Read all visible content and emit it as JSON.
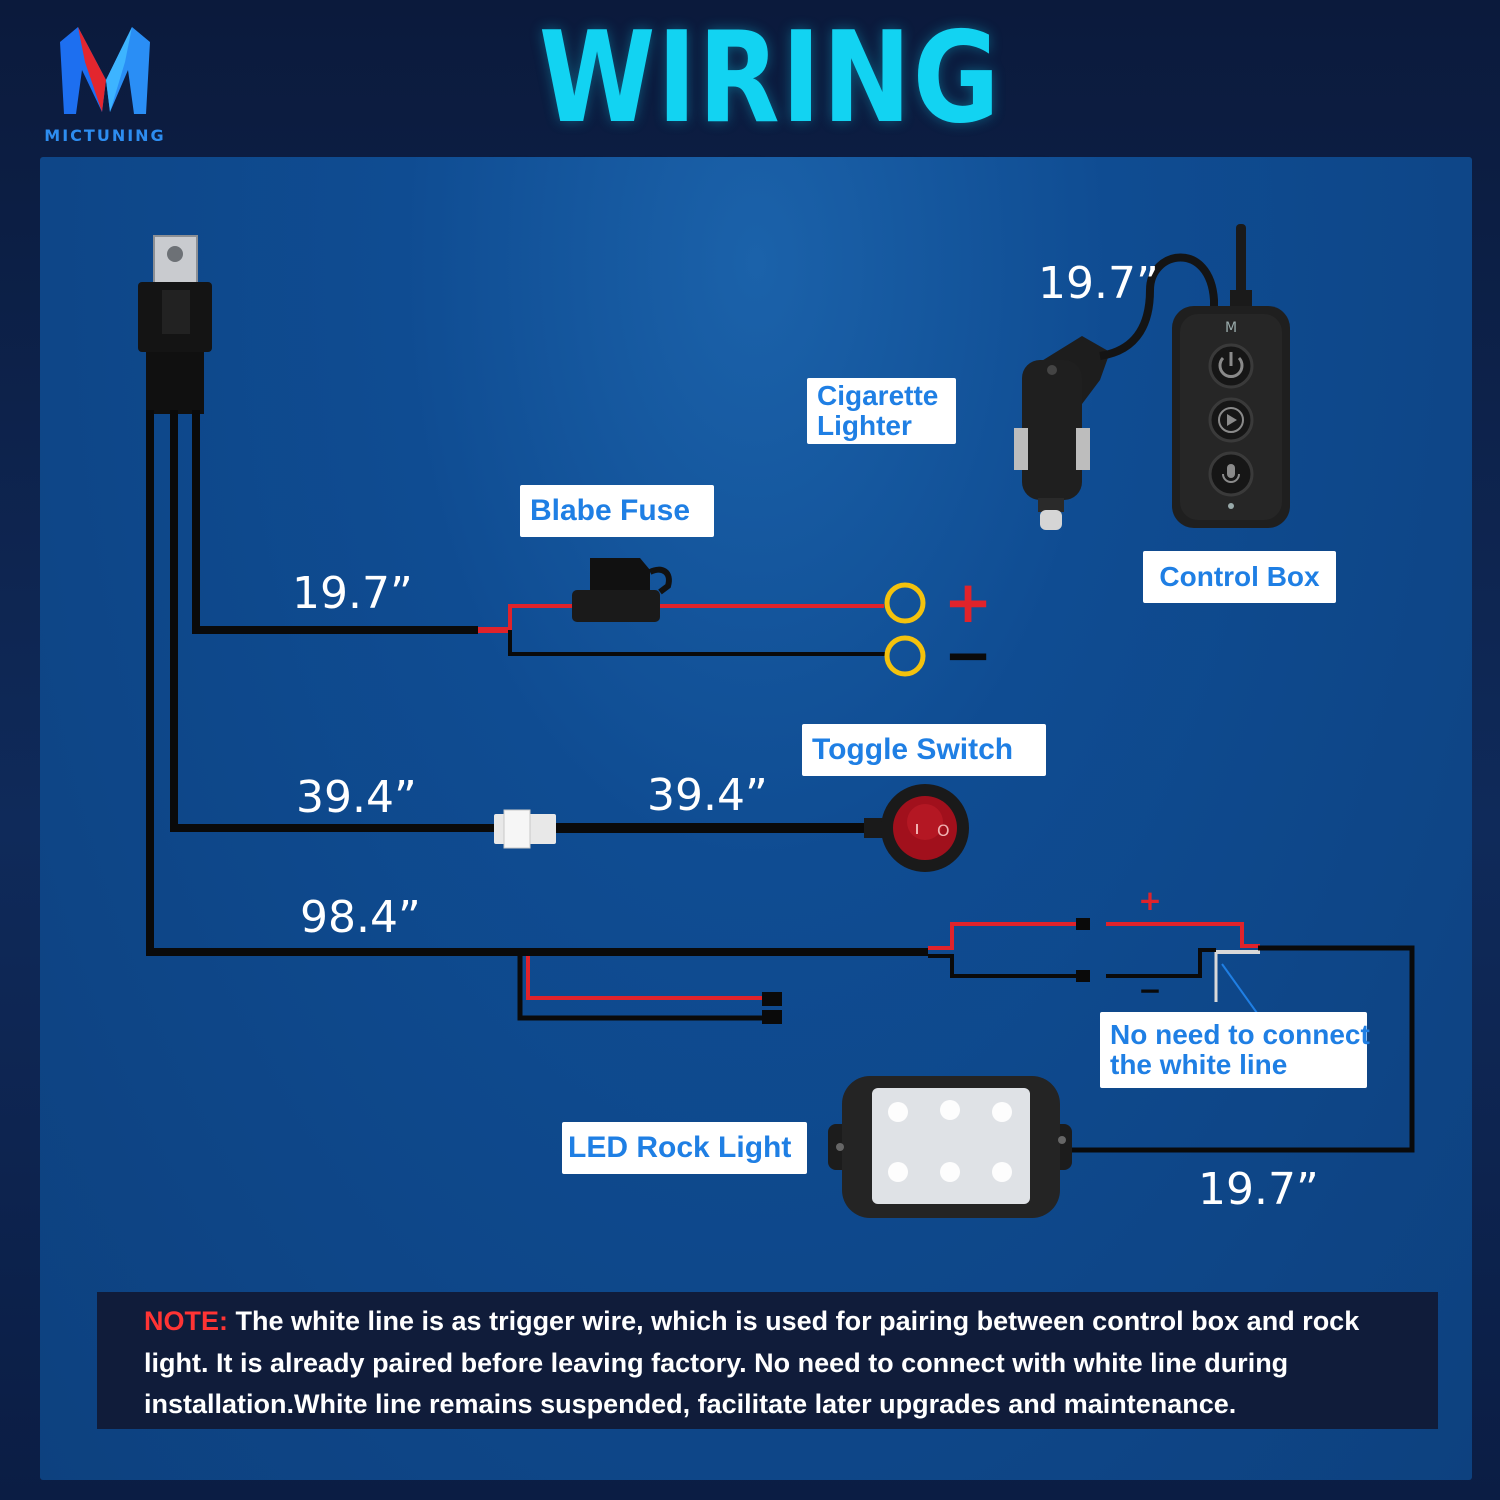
{
  "brand": {
    "name": "MICTUNING"
  },
  "title": "WIRING DIAGRAM",
  "labels": {
    "cigarette_lighter_line1": "Cigarette",
    "cigarette_lighter_line2": "Lighter",
    "blade_fuse": "Blabe Fuse",
    "control_box": "Control Box",
    "toggle_switch": "Toggle Switch",
    "white_line_line1": "No need to connect",
    "white_line_line2": "the white line",
    "led_rock_light": "LED Rock Light"
  },
  "lengths": {
    "control_box_cable": "19.7”",
    "power_cable": "19.7”",
    "switch_cable_left": "39.4”",
    "switch_cable_right": "39.4”",
    "main_cable": "98.4”",
    "rock_light_cable": "19.7”"
  },
  "polarity": {
    "positive": "+",
    "negative": "−"
  },
  "note": {
    "label": "NOTE:",
    "text": " The white line is as trigger wire, which is used for pairing between control box and rock light. It is already paired before leaving factory. No need to connect with white line during installation.White line remains suspended, facilitate later upgrades and maintenance."
  },
  "colors": {
    "title": "#12d3f2",
    "label_text": "#1f7fe4",
    "wire_red": "#e0232b",
    "wire_black": "#0a0a0a",
    "ring_terminal": "#f4c20d",
    "note_label": "#ff3434",
    "white_line_pointer": "#1f7fe4"
  },
  "icons": {
    "logo": "mictuning-m-logo-icon",
    "relay": "relay-icon",
    "fuse": "blade-fuse-icon",
    "toggle": "toggle-switch-icon",
    "lighter": "cigarette-lighter-plug-icon",
    "control_box": "control-box-icon",
    "rock_light": "led-rock-light-icon",
    "power_button": "power-icon",
    "play_button": "play-icon",
    "mic_button": "microphone-icon"
  }
}
